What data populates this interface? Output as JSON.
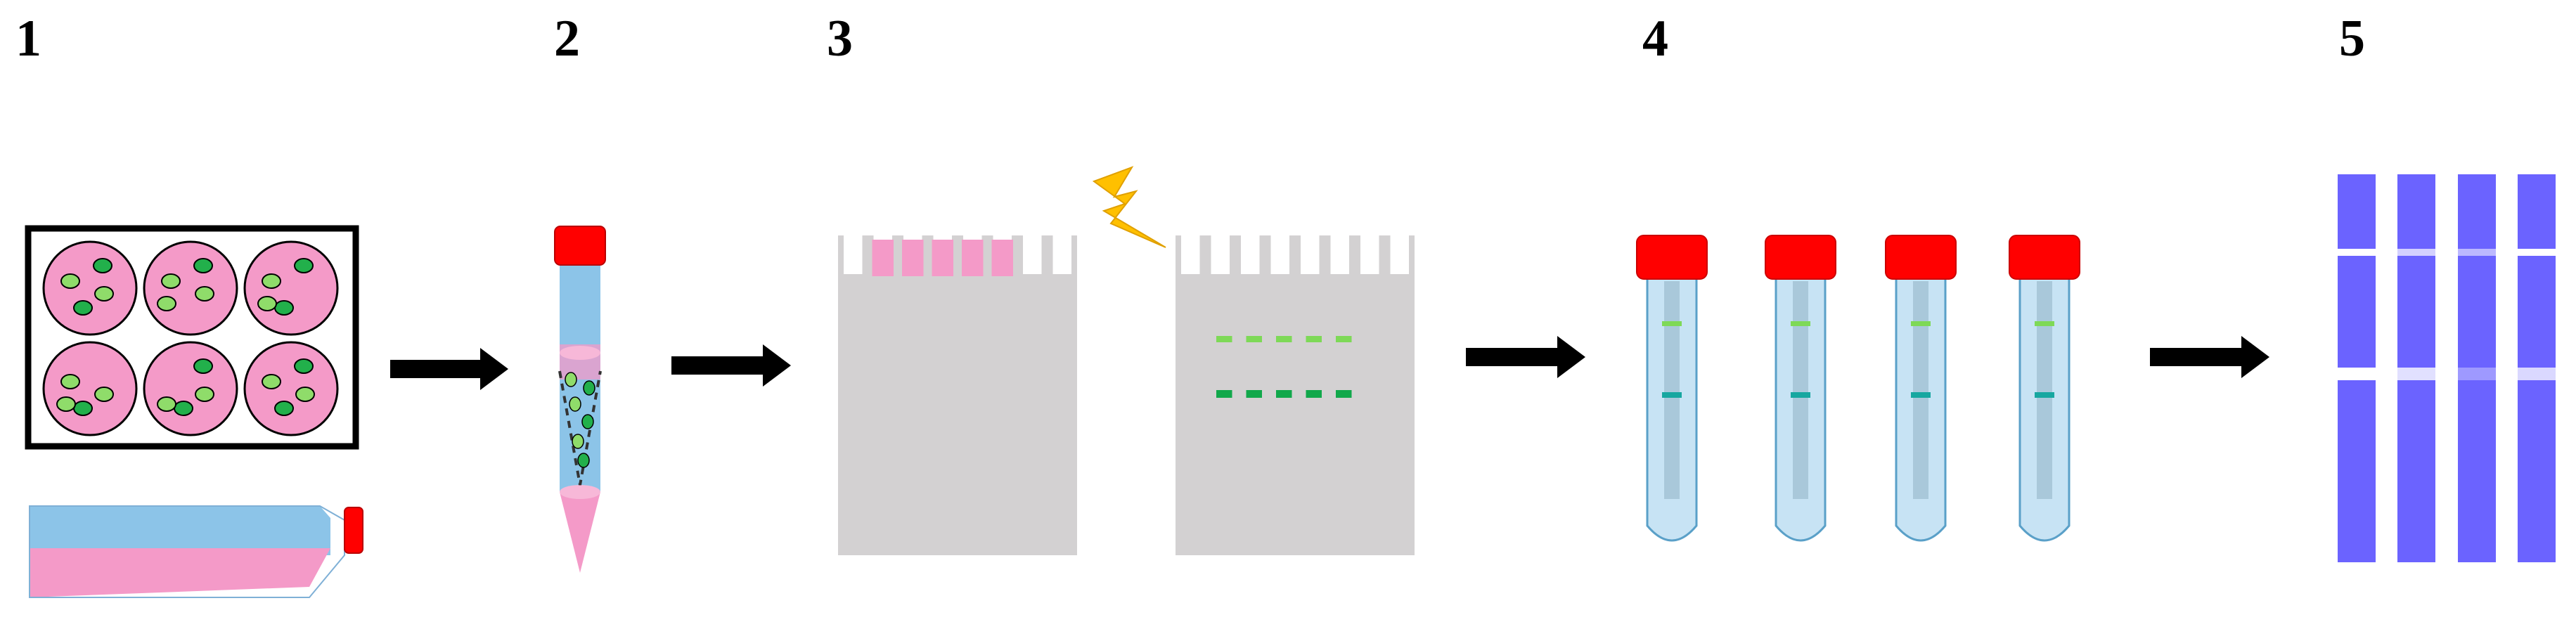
{
  "steps": [
    {
      "number": "1"
    },
    {
      "number": "2"
    },
    {
      "number": "3"
    },
    {
      "number": "4"
    },
    {
      "number": "5"
    }
  ],
  "colors": {
    "pink_medium": "#f49ac8",
    "cell_green": "#22b04b",
    "cell_light_green": "#8fdc6a",
    "tube_blue": "#8cc4e8",
    "tube_light_blue": "#c7e3f4",
    "cap_red": "#ff0000",
    "gel_gray": "#d3d1d2",
    "band_light_green": "#7ed957",
    "band_dark_green": "#11a84b",
    "band_teal": "#17a7a0",
    "blot_purple": "#6b63ff",
    "bolt_yellow": "#ffc000",
    "arrow_black": "#000000"
  },
  "icons": {
    "plate": "six-well-plate-icon",
    "flask": "culture-flask-icon",
    "centrifuge": "centrifuge-tube-icon",
    "gel": "gel-electrophoresis-icon",
    "bolt": "lightning-bolt-icon",
    "tubes": "sample-tube-icon",
    "strips": "blot-strip-icon",
    "arrow": "right-arrow-icon"
  }
}
